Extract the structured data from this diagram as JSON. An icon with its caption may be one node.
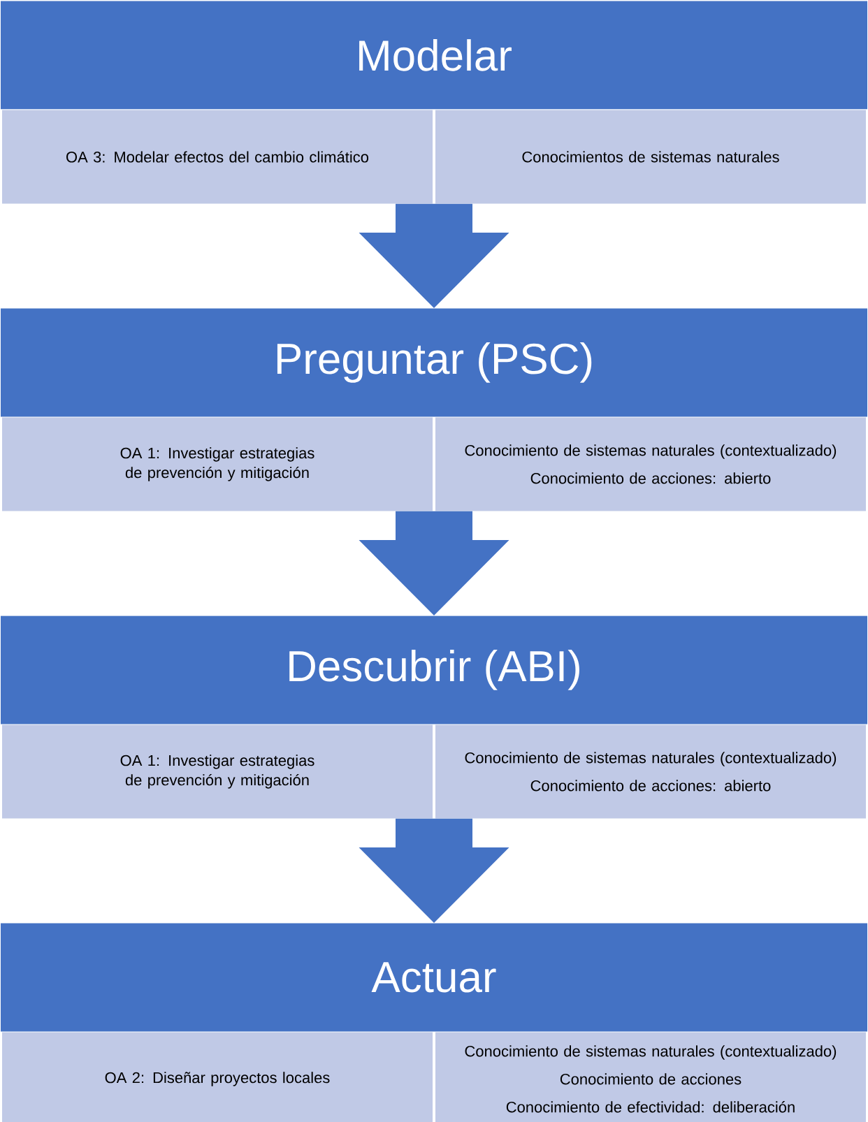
{
  "diagram": {
    "nodes": [
      {
        "text": [
          "Modelar"
        ]
      },
      {
        "text": [
          "OA 3: Modelar efectos del cambio climático"
        ]
      },
      {
        "text": [
          "Conocimientos de sistemas naturales"
        ]
      },
      {
        "text": [
          "Preguntar (PSC)"
        ]
      },
      {
        "text": [
          "OA 1: Investigar estrategias de prevención y mitigación"
        ]
      },
      {
        "text": [
          "Conocimiento de sistemas naturales (contextualizado)",
          "Conocimiento de acciones: abierto"
        ]
      },
      {
        "text": [
          "Descubrir (ABI)"
        ]
      },
      {
        "text": [
          "OA 1: Investigar estrategias de prevención y mitigación"
        ]
      },
      {
        "text": [
          "Conocimiento de sistemas naturales (contextualizado)",
          "Conocimiento de acciones: abierto"
        ]
      },
      {
        "text": [
          "Actuar"
        ]
      },
      {
        "text": [
          "OA 2: Diseñar proyectos locales"
        ]
      },
      {
        "text": [
          "Conocimiento de sistemas naturales (contextualizado)",
          "Conocimiento de acciones",
          "Conocimiento de efectividad: deliberación"
        ]
      }
    ],
    "edges": [
      {
        "from": 1,
        "to": 3,
        "arrow": "to"
      },
      {
        "from": 4,
        "to": 6,
        "arrow": "to"
      },
      {
        "from": 7,
        "to": 9,
        "arrow": "to"
      }
    ]
  }
}
